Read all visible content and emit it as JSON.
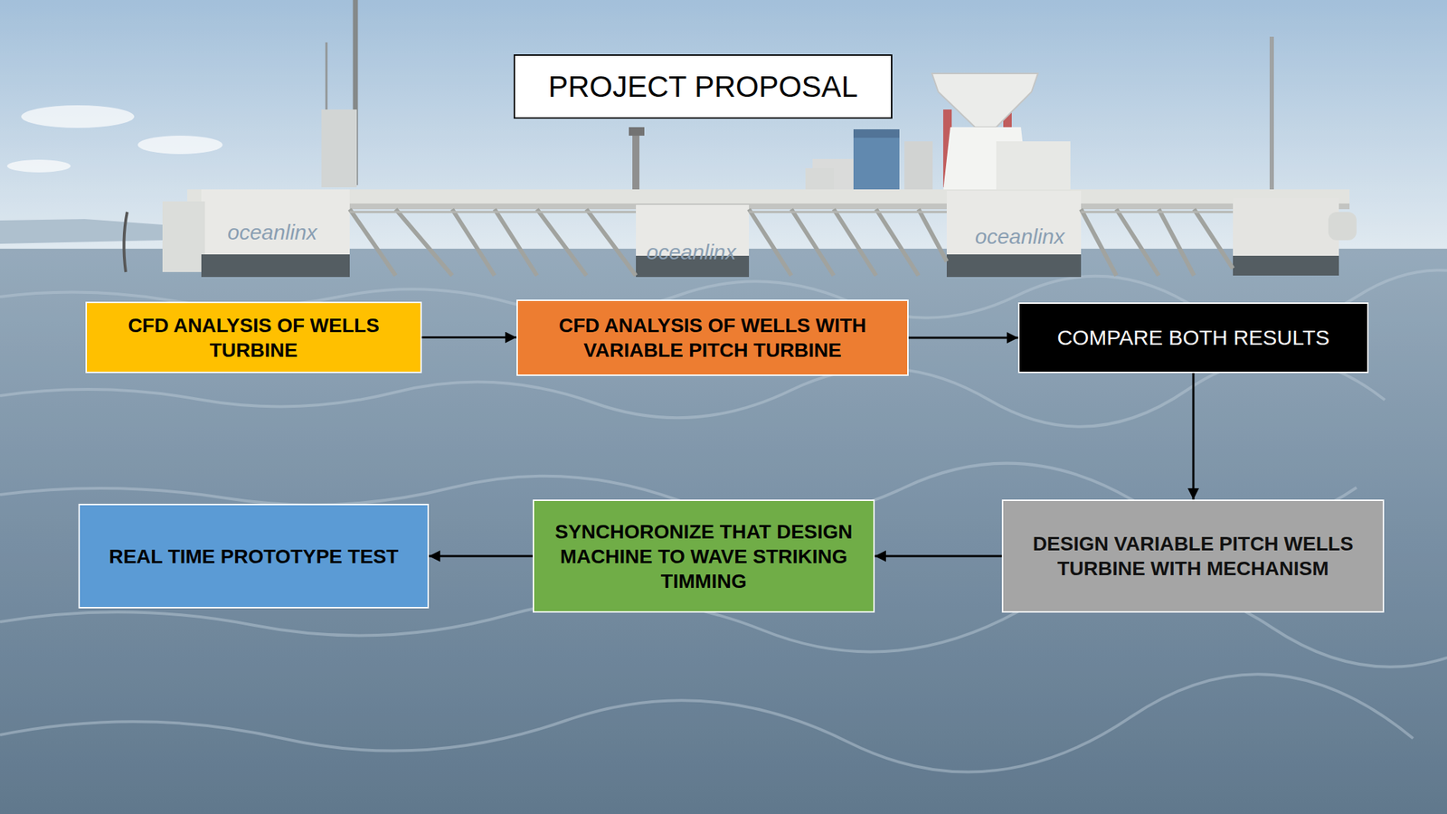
{
  "diagram": {
    "title": "PROJECT PROPOSAL",
    "nodes": [
      {
        "text": [
          "CFD ANALYSIS OF WELLS TURBINE"
        ]
      },
      {
        "text": [
          "CFD ANALYSIS OF WELLS WITH VARIABLE PITCH TURBINE"
        ]
      },
      {
        "text": [
          "COMPARE BOTH RESULTS"
        ]
      },
      {
        "text": [
          "DESIGN VARIABLE PITCH WELLS TURBINE WITH MECHANISM"
        ]
      },
      {
        "text": [
          "SYNCHORONIZE THAT DESIGN MACHINE TO WAVE STRIKING TIMMING"
        ]
      },
      {
        "text": [
          "REAL TIME PROTOTYPE TEST"
        ]
      }
    ],
    "edges": [
      {
        "from": 0,
        "to": 1,
        "arrow": "to"
      },
      {
        "from": 1,
        "to": 2,
        "arrow": "to"
      },
      {
        "from": 2,
        "to": 3,
        "arrow": "to"
      },
      {
        "from": 3,
        "to": 4,
        "arrow": "to"
      },
      {
        "from": 4,
        "to": 5,
        "arrow": "to"
      }
    ],
    "labels": [
      "oceanlinx",
      "oceanlinx",
      "oceanlinx"
    ]
  }
}
